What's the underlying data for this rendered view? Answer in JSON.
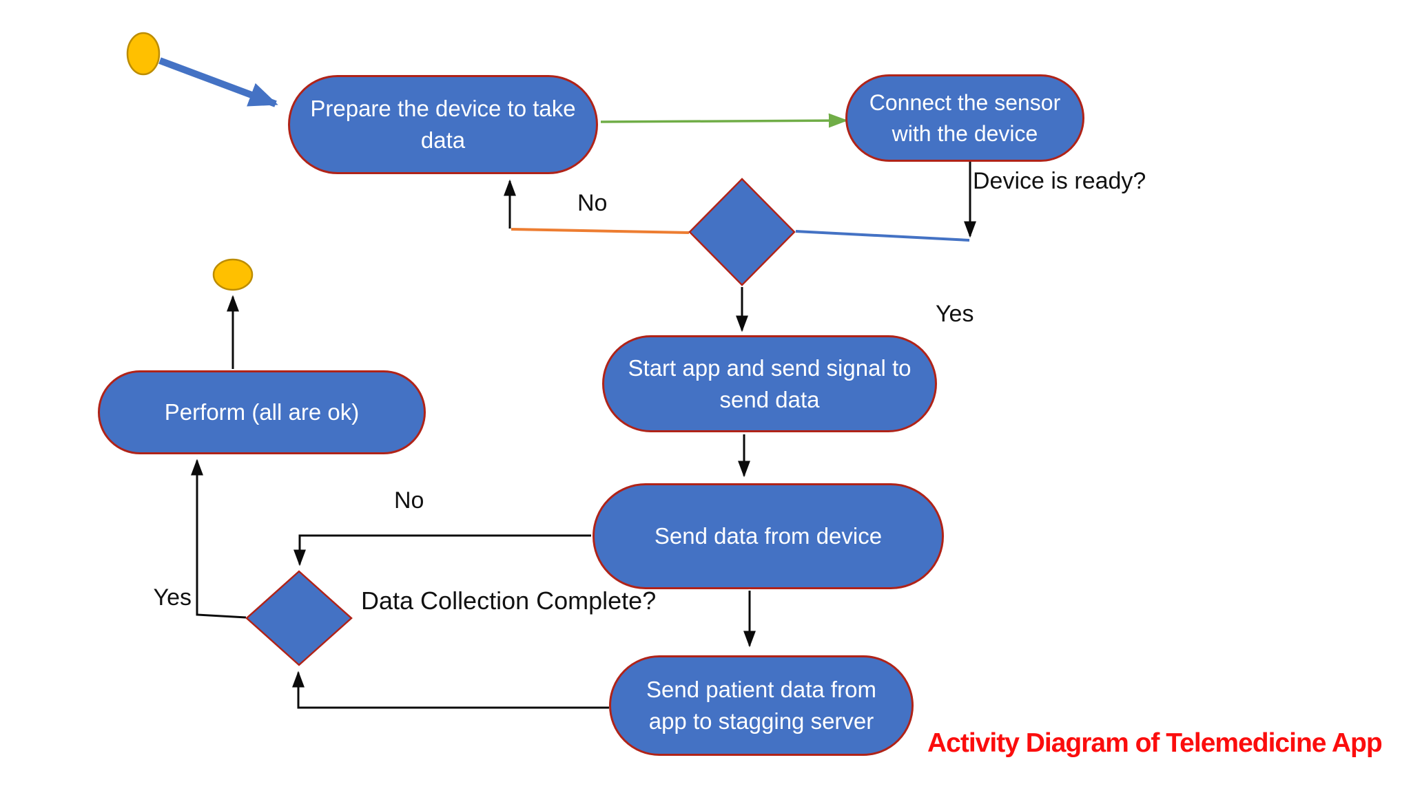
{
  "title": "Activity Diagram of Telemedicine App",
  "colors": {
    "node_fill": "#4472C4",
    "node_border": "#B02318",
    "node_text": "#FFFFFF",
    "terminal_fill": "#FFC000",
    "terminal_border": "#BC8C00",
    "arrow_black": "#0B0B0B",
    "arrow_green": "#70AD47",
    "arrow_orange": "#ED7D31",
    "arrow_blue": "#4472C4",
    "label_text": "#111111",
    "title_red": "#FB0D0D"
  },
  "nodes": {
    "prepare": {
      "label": "Prepare the device to take data"
    },
    "connect": {
      "label": "Connect the sensor with the device"
    },
    "start_app": {
      "label": "Start app and send signal to send data"
    },
    "send_data": {
      "label": "Send data from device"
    },
    "send_patient": {
      "label": "Send patient data from app to stagging server"
    },
    "perform": {
      "label": "Perform (all are ok)"
    }
  },
  "labels": {
    "no_top": "No",
    "device_ready": "Device is ready?",
    "yes_top": "Yes",
    "no_bottom": "No",
    "data_collection": "Data Collection Complete?",
    "yes_left": "Yes"
  }
}
